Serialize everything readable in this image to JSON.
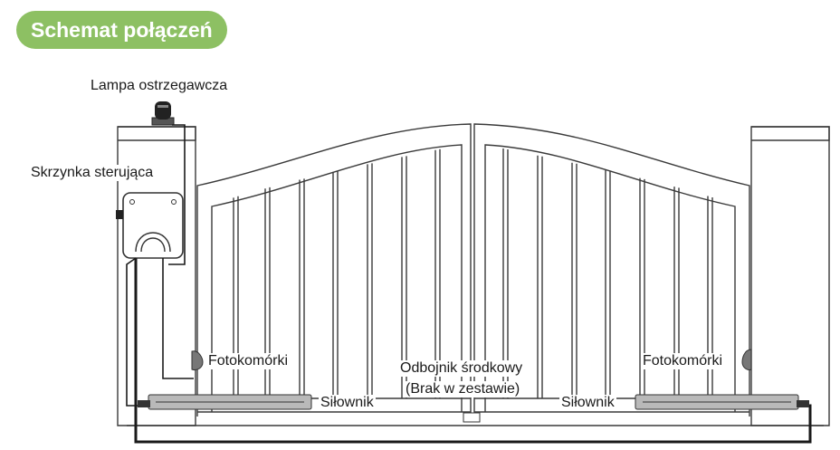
{
  "title": "Schemat połączeń",
  "colors": {
    "badge": "#8dc063",
    "line": "#3a3a3a",
    "wire": "#1a1a1a",
    "actuator": "#b9b9b9"
  },
  "labels": {
    "lamp": "Lampa ostrzegawcza",
    "control_box": "Skrzynka sterująca",
    "photocell_left": "Fotokomórki",
    "photocell_right": "Fotokomórki",
    "center_stop_line1": "Odbojnik środkowy",
    "center_stop_line2": "(Brak w zestawie)",
    "actuator_left": "Siłownik",
    "actuator_right": "Siłownik"
  }
}
